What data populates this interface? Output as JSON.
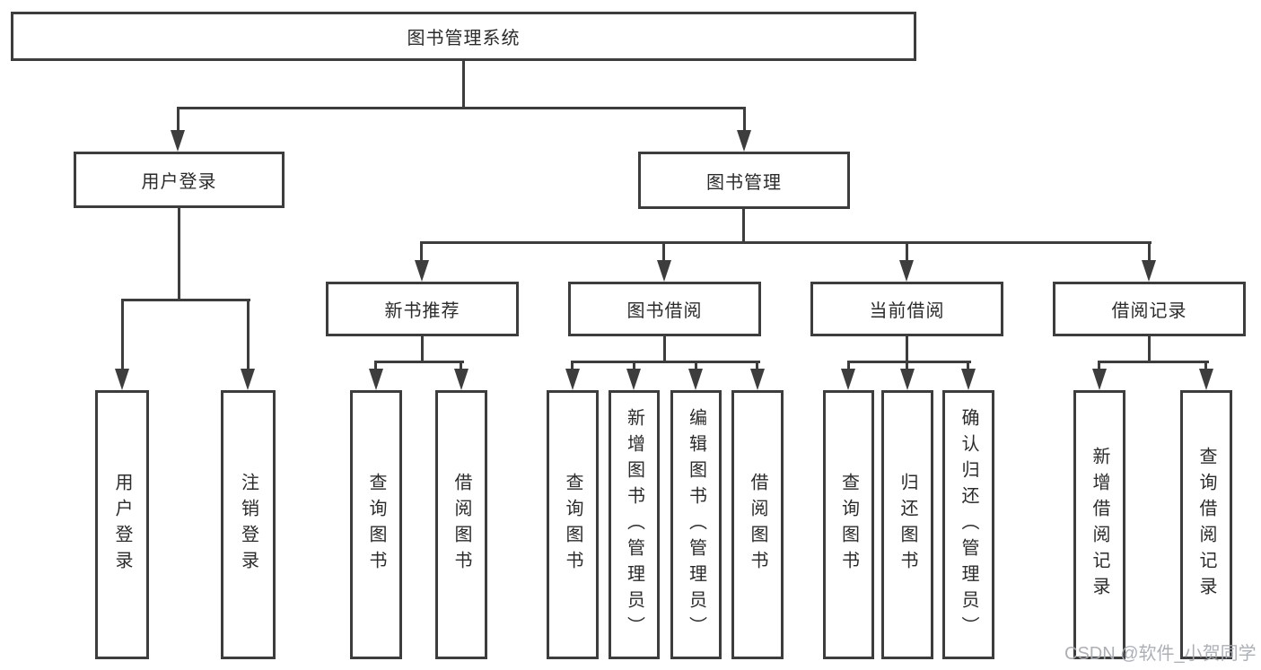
{
  "tree": {
    "root": {
      "label": "图书管理系统"
    },
    "level2": [
      {
        "label": "用户登录"
      },
      {
        "label": "图书管理"
      }
    ],
    "level2_leaves": [
      {
        "label": "用户登录"
      },
      {
        "label": "注销登录"
      }
    ],
    "level3": [
      {
        "label": "新书推荐",
        "leaves": [
          {
            "label": "查询图书"
          },
          {
            "label": "借阅图书"
          }
        ]
      },
      {
        "label": "图书借阅",
        "leaves": [
          {
            "label": "查询图书"
          },
          {
            "label": "新增图书（管理员）"
          },
          {
            "label": "编辑图书（管理员）"
          },
          {
            "label": "借阅图书"
          }
        ]
      },
      {
        "label": "当前借阅",
        "leaves": [
          {
            "label": "查询图书"
          },
          {
            "label": "归还图书"
          },
          {
            "label": "确认归还（管理员）"
          }
        ]
      },
      {
        "label": "借阅记录",
        "leaves": [
          {
            "label": "新增借阅记录"
          },
          {
            "label": "查询借阅记录"
          }
        ]
      }
    ]
  },
  "watermark": {
    "text": "CSDN @软件_小贺同学"
  },
  "colors": {
    "line": "#3d3d3d",
    "text": "#2b2b2b",
    "watermark": "#a8acb3",
    "background": "#ffffff"
  }
}
